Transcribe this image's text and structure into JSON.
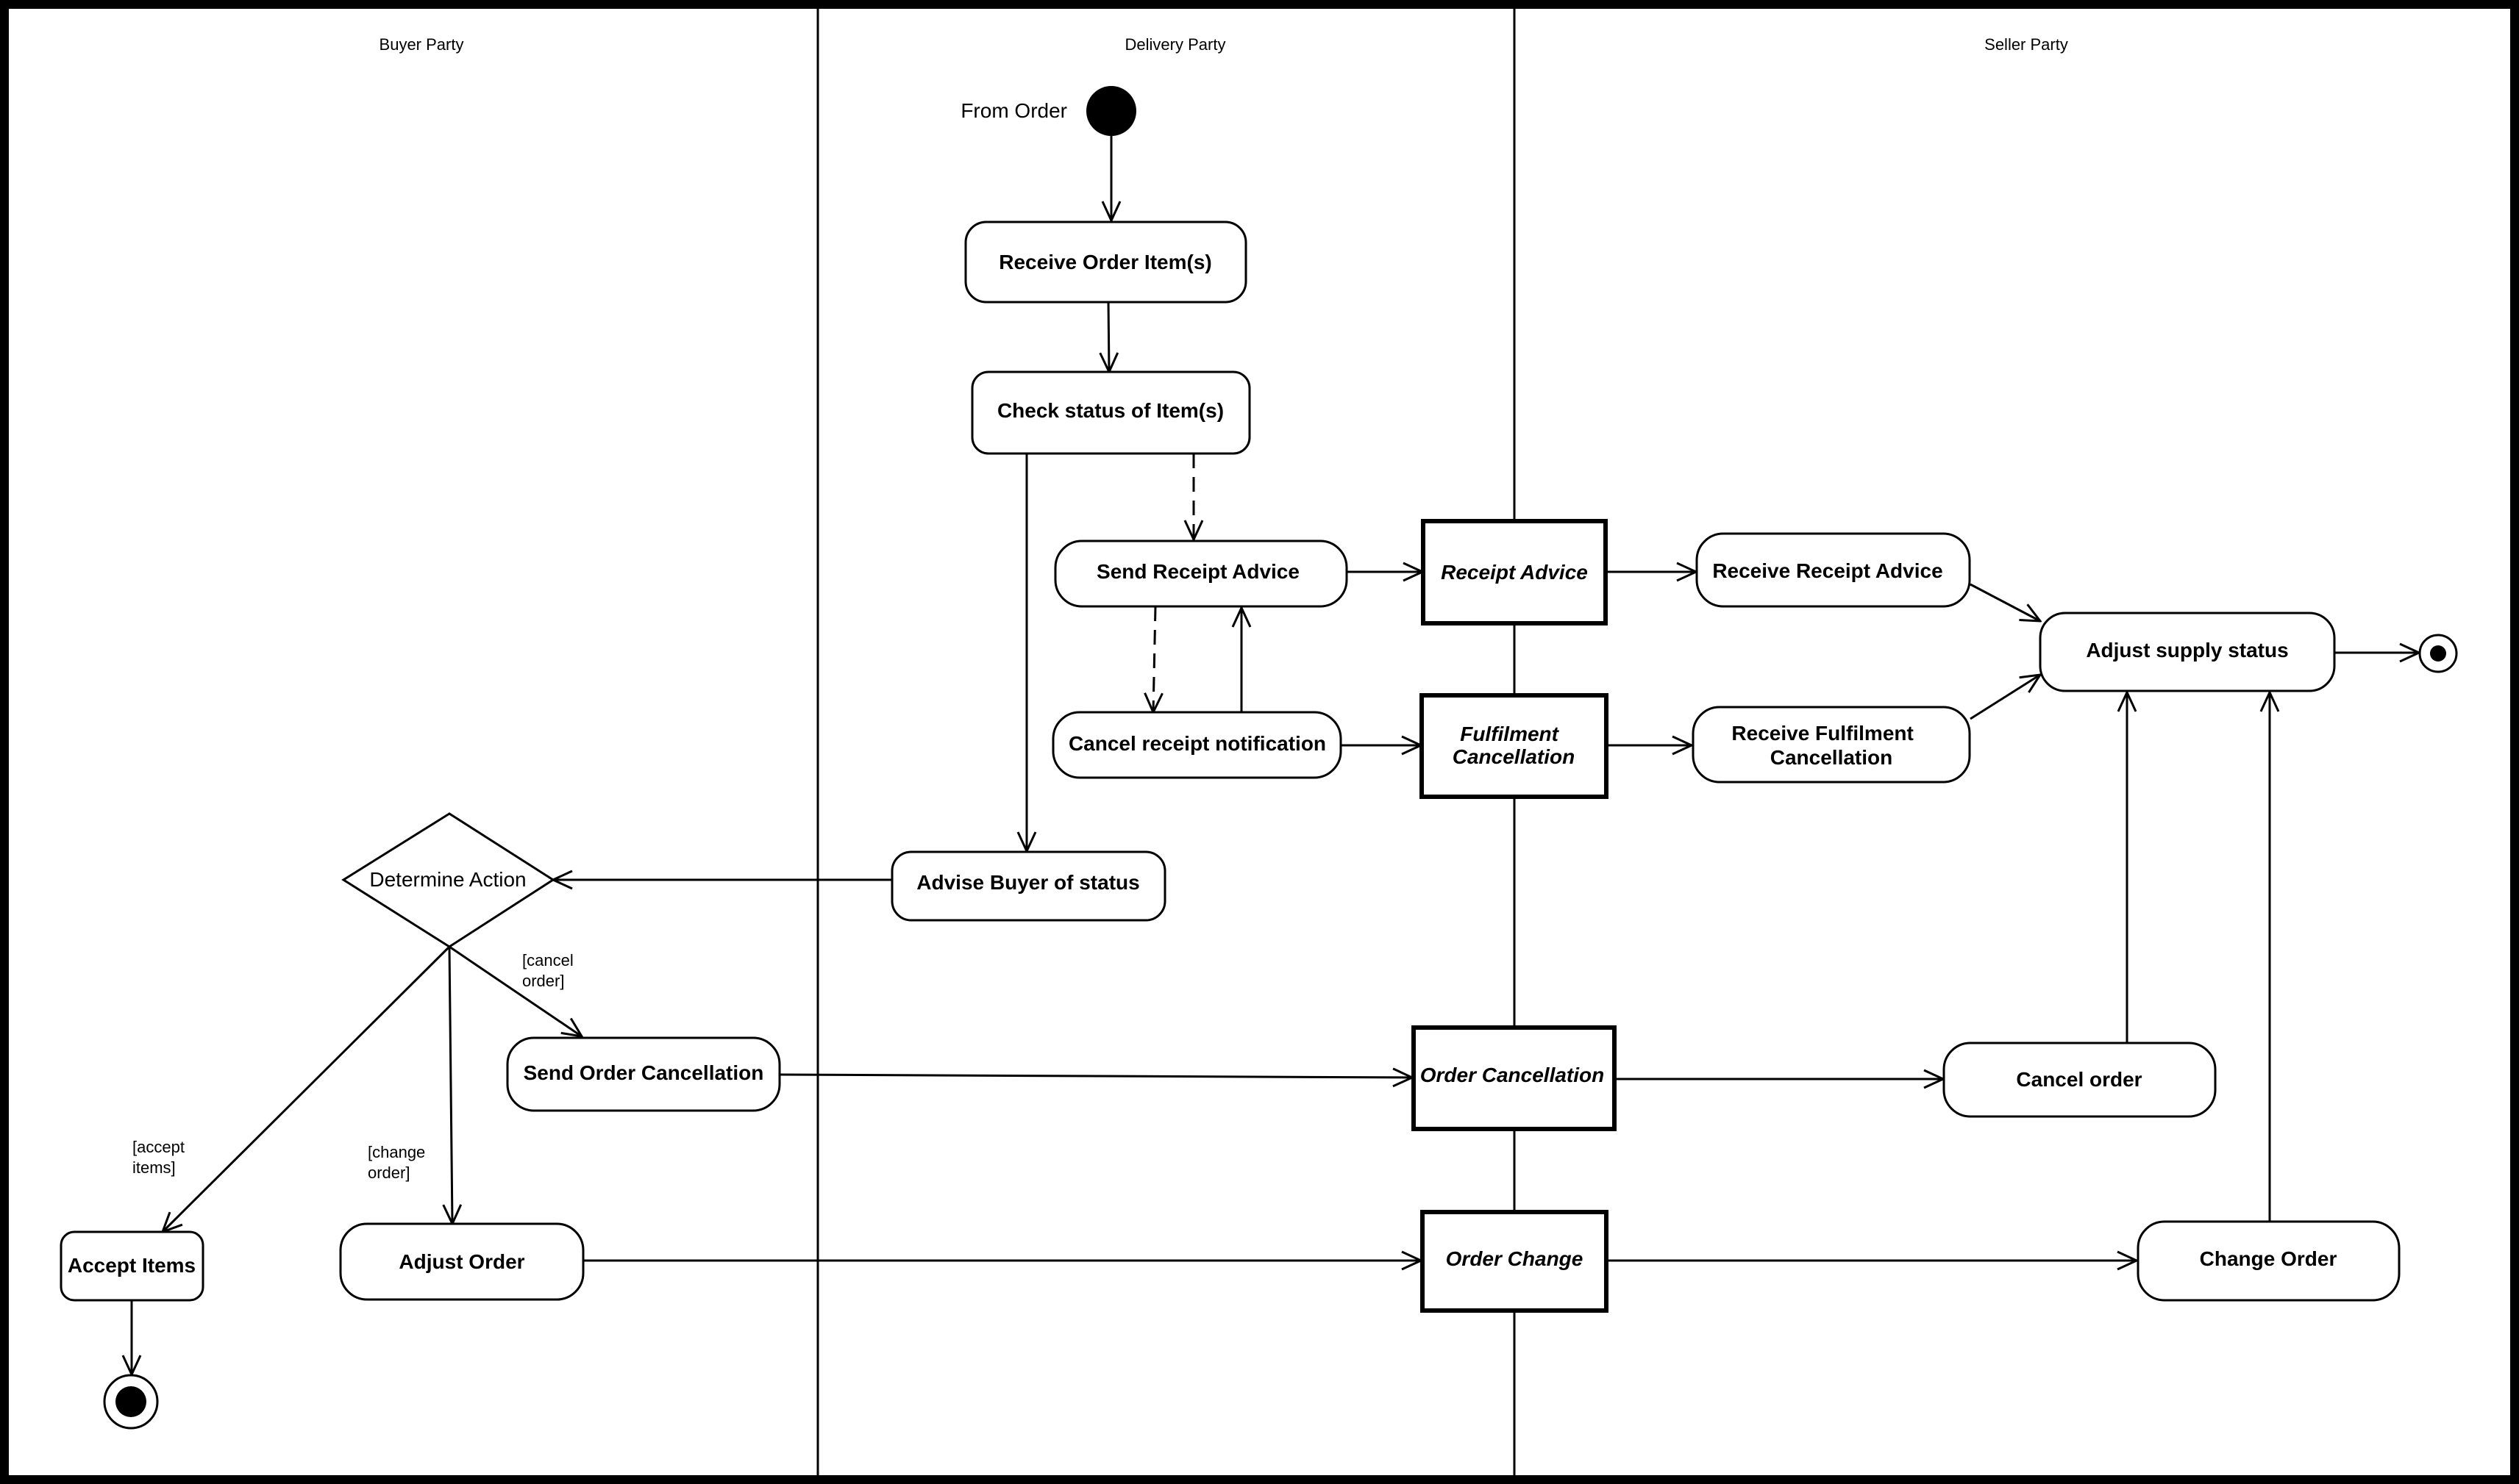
{
  "lanes": {
    "buyer": "Buyer Party",
    "delivery": "Delivery Party",
    "seller": "Seller Party"
  },
  "start_label": "From Order",
  "activities": {
    "receive_order_items": "Receive Order Item(s)",
    "check_status": "Check status of Item(s)",
    "send_receipt_advice": "Send Receipt Advice",
    "cancel_receipt_notification": "Cancel receipt notification",
    "advise_buyer": "Advise Buyer of status",
    "receive_receipt_advice": "Receive Receipt Advice",
    "receive_fulfilment_cancellation": [
      "Receive Fulfilment",
      "Cancellation"
    ],
    "adjust_supply_status": "Adjust supply status",
    "send_order_cancellation": "Send Order Cancellation",
    "cancel_order": "Cancel order",
    "accept_items": "Accept Items",
    "adjust_order": "Adjust Order",
    "change_order": "Change Order"
  },
  "objects": {
    "receipt_advice": "Receipt Advice",
    "fulfilment_cancellation": [
      "Fulfilment",
      "Cancellation"
    ],
    "order_cancellation": "Order Cancellation",
    "order_change": "Order Change"
  },
  "decision": {
    "label": "Determine Action"
  },
  "guards": {
    "cancel_order": [
      "[cancel",
      "order]"
    ],
    "accept_items": [
      "[accept",
      "items]"
    ],
    "change_order": [
      "[change",
      "order]"
    ]
  }
}
